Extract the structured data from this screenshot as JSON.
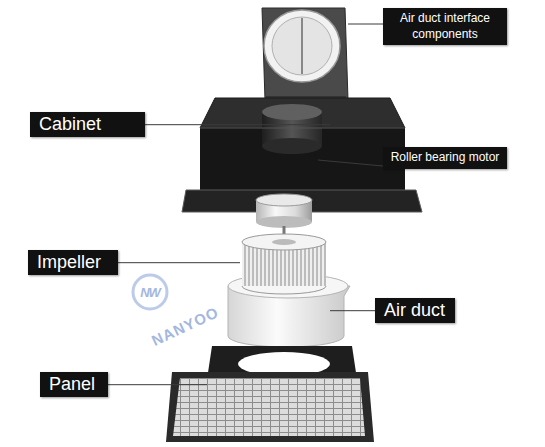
{
  "diagram": {
    "labels": [
      "Air duct interface components",
      "Cabinet",
      "Roller bearing motor",
      "Impeller",
      "Air duct",
      "Panel",
      "NW",
      "NANYOO"
    ]
  }
}
